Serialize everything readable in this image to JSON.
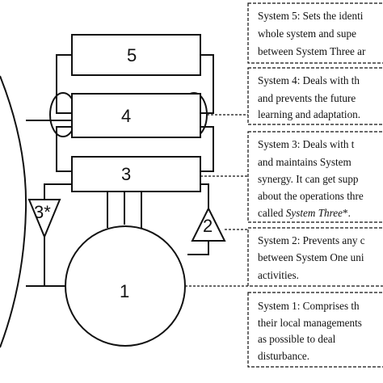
{
  "diagram": {
    "boxes": {
      "s5": "5",
      "s4": "4",
      "s3": "3",
      "s3star": "3*",
      "s2": "2",
      "s1": "1"
    },
    "descriptions": {
      "s5": [
        "System 5: Sets the identi",
        "whole system and supe",
        "between System Three ar"
      ],
      "s4": [
        "System 4: Deals with th",
        "and prevents the future",
        "learning and adaptation."
      ],
      "s3": [
        "System 3: Deals with t",
        "and maintains System",
        "synergy. It can get supp",
        "about the operations thre",
        "called System Three*."
      ],
      "s2": [
        "System 2: Prevents any c",
        "between System One uni",
        "activities."
      ],
      "s1": [
        "System 1: Comprises th",
        "their local managements",
        "as possible to deal",
        "disturbance."
      ]
    }
  }
}
